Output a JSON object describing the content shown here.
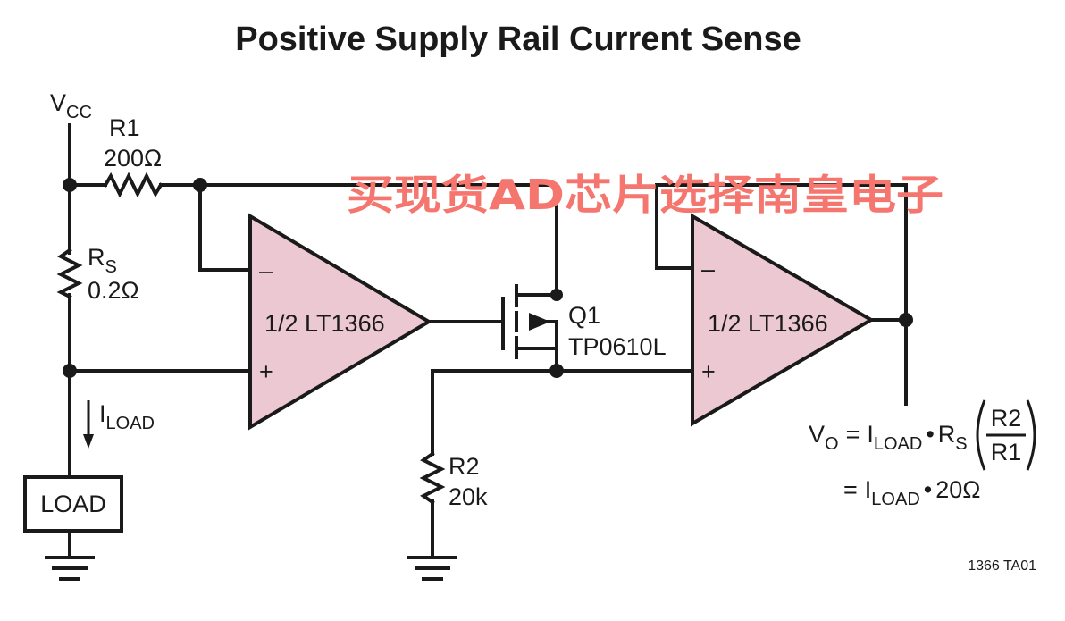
{
  "diagram": {
    "title": "Positive Supply Rail Current Sense",
    "figure_code": "1366 TA01",
    "supply": {
      "label": "V",
      "sub": "CC"
    },
    "r1": {
      "name": "R1",
      "value": "200Ω"
    },
    "rs": {
      "name": "R",
      "sub": "S",
      "value": "0.2Ω"
    },
    "r2": {
      "name": "R2",
      "value": "20k"
    },
    "iload": {
      "label": "I",
      "sub": "LOAD"
    },
    "load": {
      "label": "LOAD"
    },
    "opamp1": {
      "label": "1/2 LT1366",
      "minus": "–",
      "plus": "+"
    },
    "opamp2": {
      "label": "1/2 LT1366",
      "minus": "–",
      "plus": "+"
    },
    "q1": {
      "name": "Q1",
      "part": "TP0610L"
    },
    "equation": {
      "v": "V",
      "v_sub": "O",
      "eq1": "=",
      "i": "I",
      "i_sub": "LOAD",
      "dot": "•",
      "r": "R",
      "r_sub": "S",
      "num": "R2",
      "den": "R1",
      "eq2": "=",
      "i2": "I",
      "i2_sub": "LOAD",
      "dot2": "•",
      "result": "20Ω"
    },
    "watermark": "买现货AD芯片选择南皇电子"
  }
}
